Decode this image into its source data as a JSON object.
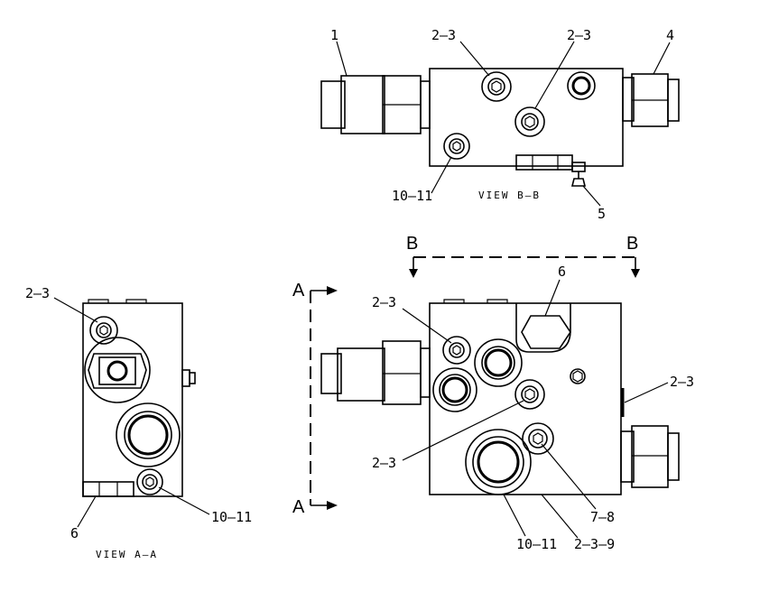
{
  "top_view": {
    "caption": "VIEW B–B",
    "callouts": {
      "c1": "1",
      "c2": "2–3",
      "c3": "2–3",
      "c4": "4",
      "c5": "5",
      "c6": "10–11"
    }
  },
  "left_view": {
    "caption": "VIEW A–A",
    "callouts": {
      "c1": "2–3",
      "c2": "10–11",
      "c3": "6"
    }
  },
  "main_view": {
    "section_labels": {
      "b_left": "B",
      "b_right": "B",
      "a_top": "A",
      "a_bottom": "A"
    },
    "callouts": {
      "c1": "2–3",
      "c2": "6",
      "c3": "2–3",
      "c4": "2–3",
      "c5": "7–8",
      "c6": "10–11",
      "c7": "2–3–9"
    }
  }
}
